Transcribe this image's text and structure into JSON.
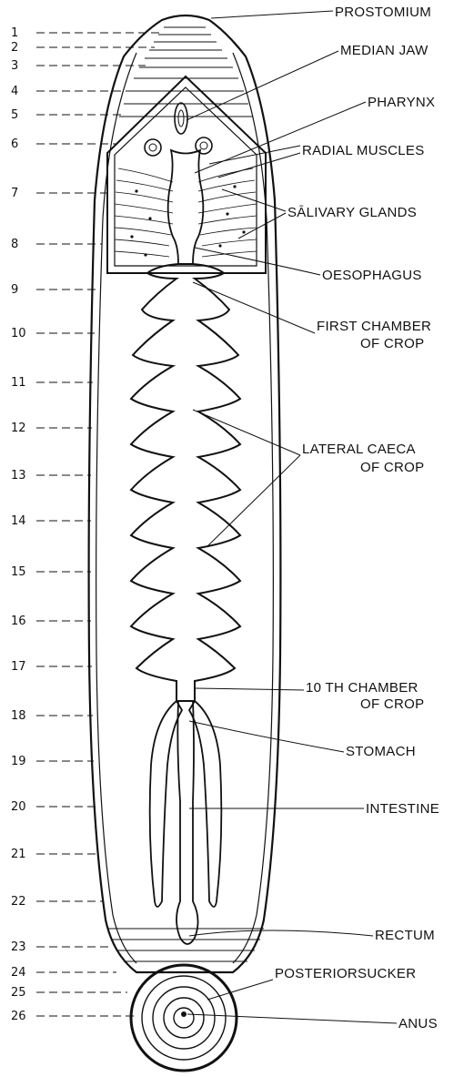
{
  "segment_labels": [
    "1",
    "2",
    "3",
    "4",
    "5",
    "6",
    "7",
    "8",
    "9",
    "10",
    "11",
    "12",
    "13",
    "14",
    "15",
    "16",
    "17",
    "18",
    "19",
    "20",
    "21",
    "22",
    "23",
    "24",
    "25",
    "26"
  ],
  "part_labels": {
    "prostomium": "PROSTOMIUM",
    "median_jaw": "MEDIAN JAW",
    "pharynx": "PHARYNX",
    "radial_muscles": "RADIAL MUSCLES",
    "salivary_glands": "SĀLIVARY GLANDS",
    "oesophagus": "OESOPHAGUS",
    "first_chamber_line1": "FIRST CHAMBER",
    "first_chamber_line2": "OF CROP",
    "lateral_caeca_line1": "LATERAL CAECA",
    "lateral_caeca_line2": "OF CROP",
    "tenth_chamber_line1": "10 TH CHAMBER",
    "tenth_chamber_line2": "OF CROP",
    "stomach": "STOMACH",
    "intestine": "INTESTINE",
    "rectum": "RECTUM",
    "posterior_sucker": "POSTERIORSUCKER",
    "anus": "ANUS"
  }
}
